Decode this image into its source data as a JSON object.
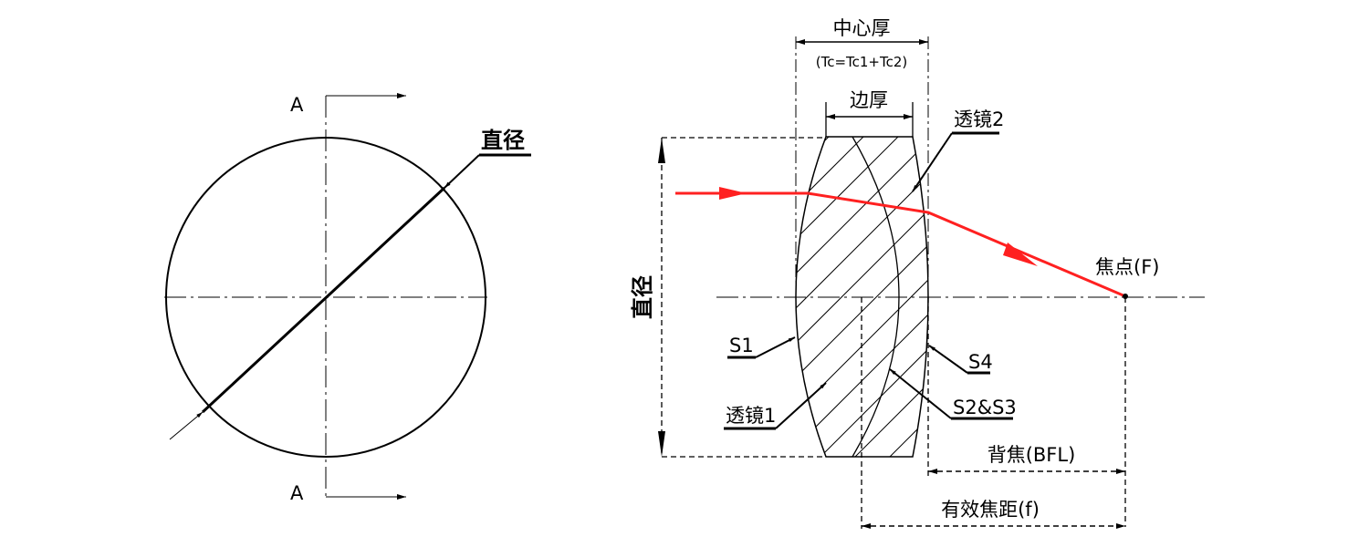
{
  "left_view": {
    "section_label_top": "A",
    "section_label_bottom": "A",
    "diameter_label": "直径"
  },
  "right_view": {
    "center_thickness": "中心厚",
    "center_thickness_formula": "(Tc=Tc1+Tc2)",
    "edge_thickness": "边厚",
    "lens2": "透镜2",
    "lens1": "透镜1",
    "s1": "S1",
    "s4": "S4",
    "s2s3": "S2&S3",
    "diameter": "直径",
    "focal_point": "焦点(F)",
    "bfl": "背焦(BFL)",
    "efl": "有效焦距(f)"
  },
  "colors": {
    "ray": "#ff2020",
    "line": "#000000"
  }
}
